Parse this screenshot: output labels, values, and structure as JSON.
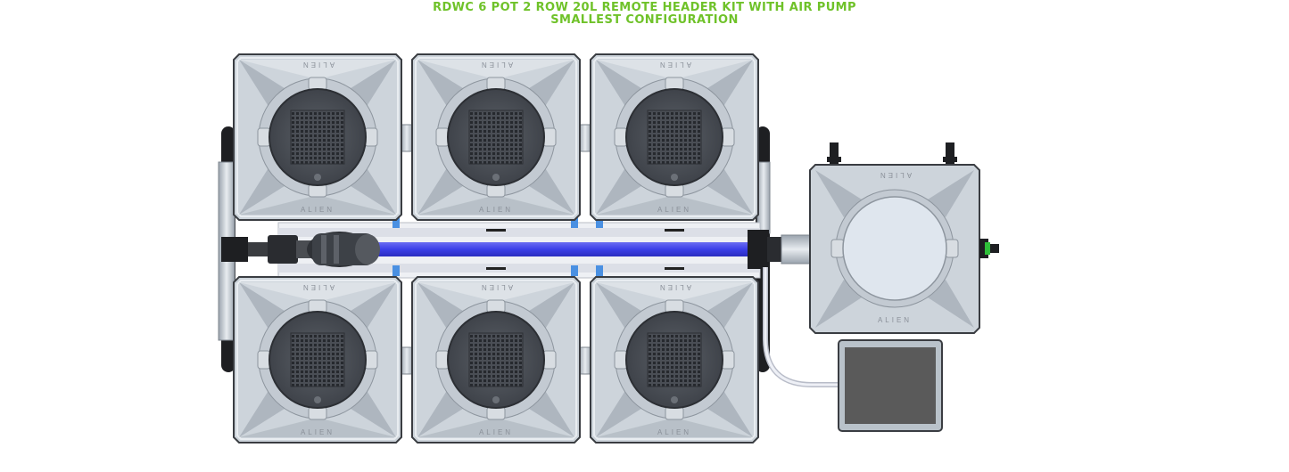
{
  "header": {
    "title_line_1": "RDWC 6 POT 2 ROW 20L REMOTE HEADER KIT WITH AIR PUMP",
    "title_line_2": "SMALLEST CONFIGURATION"
  },
  "pot": {
    "brand": "ALIEN"
  },
  "header_tank": {
    "brand": "ALIEN"
  },
  "colors": {
    "title": "#6fc229",
    "pot_body": "#cdd4db",
    "pot_edge": "#3a3d42",
    "net_cup": "#4a4e55",
    "water_line": "#3b3fe8",
    "pipe_grey": "#c9ced6",
    "air_pump": "#5a5a5a",
    "connector_green": "#2fbf3a"
  }
}
